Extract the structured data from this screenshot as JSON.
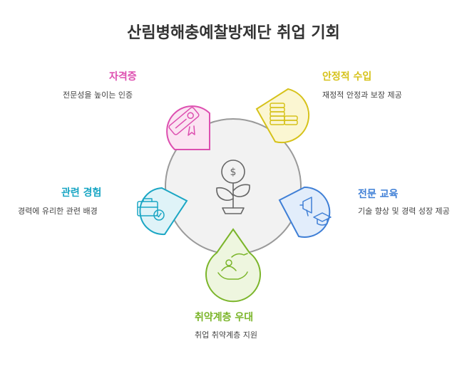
{
  "title": "산림병해충예찰방제단 취업 기회",
  "center": {
    "icon": "money-plant-icon"
  },
  "items": [
    {
      "key": "certificate",
      "title": "자격증",
      "desc": "전문성을 높이는 인증",
      "color": "#dd4fb0",
      "fill": "#fbe4f2",
      "icon": "certificate-icon"
    },
    {
      "key": "income",
      "title": "안정적 수입",
      "desc": "재정적 안정과 보장 제공",
      "color": "#d6c21a",
      "fill": "#fbf6d2",
      "icon": "coins-icon"
    },
    {
      "key": "education",
      "title": "전문 교육",
      "desc": "기술 향상 및 경력 성장 제공",
      "color": "#3f7fd6",
      "fill": "#e2edfb",
      "icon": "megaphone-graduation-icon"
    },
    {
      "key": "preference",
      "title": "취약계층 우대",
      "desc": "취업 취약계층 지원",
      "color": "#7bb52a",
      "fill": "#eef6df",
      "icon": "hand-person-icon"
    },
    {
      "key": "experience",
      "title": "관련 경험",
      "desc": "경력에 유리한 관련 배경",
      "color": "#1aa6c4",
      "fill": "#dff3f8",
      "icon": "briefcase-gear-icon"
    }
  ]
}
